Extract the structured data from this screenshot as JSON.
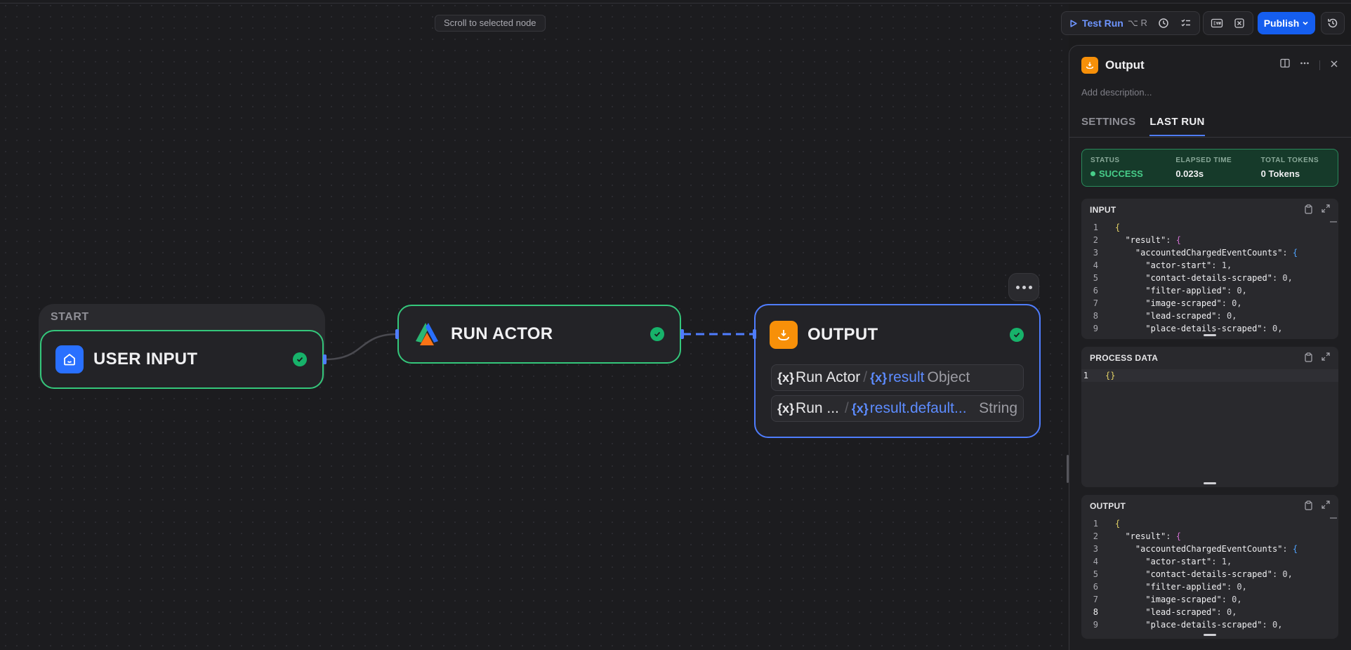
{
  "toolbar": {
    "scroll_to_selected": "Scroll to selected node",
    "test_run": "Test Run",
    "test_run_shortcut": "⌥ R",
    "publish": "Publish"
  },
  "canvas": {
    "start_label": "START",
    "nodes": {
      "user_input": "USER INPUT",
      "run_actor": "RUN ACTOR",
      "output": "OUTPUT"
    },
    "output_vars": [
      {
        "node": "Run Actor",
        "path": "result",
        "type": "Object"
      },
      {
        "node": "Run ...",
        "path": "result.default...",
        "type": "String"
      }
    ],
    "var_glyph": "{x}",
    "var_sep": "/"
  },
  "panel": {
    "title": "Output",
    "description_placeholder": "Add description...",
    "tabs": [
      "SETTINGS",
      "LAST RUN"
    ],
    "status": {
      "status_label": "STATUS",
      "status_value": "SUCCESS",
      "elapsed_label": "ELAPSED TIME",
      "elapsed_value": "0.023s",
      "tokens_label": "TOTAL TOKENS",
      "tokens_value": "0 Tokens"
    },
    "sections": {
      "input": "INPUT",
      "process": "PROCESS DATA",
      "output": "OUTPUT"
    },
    "process_code": "{}"
  },
  "colors": {
    "accent": "#155eef",
    "success": "#17b26a",
    "output_icon": "#f79009",
    "user_input_icon": "#2970ff"
  }
}
